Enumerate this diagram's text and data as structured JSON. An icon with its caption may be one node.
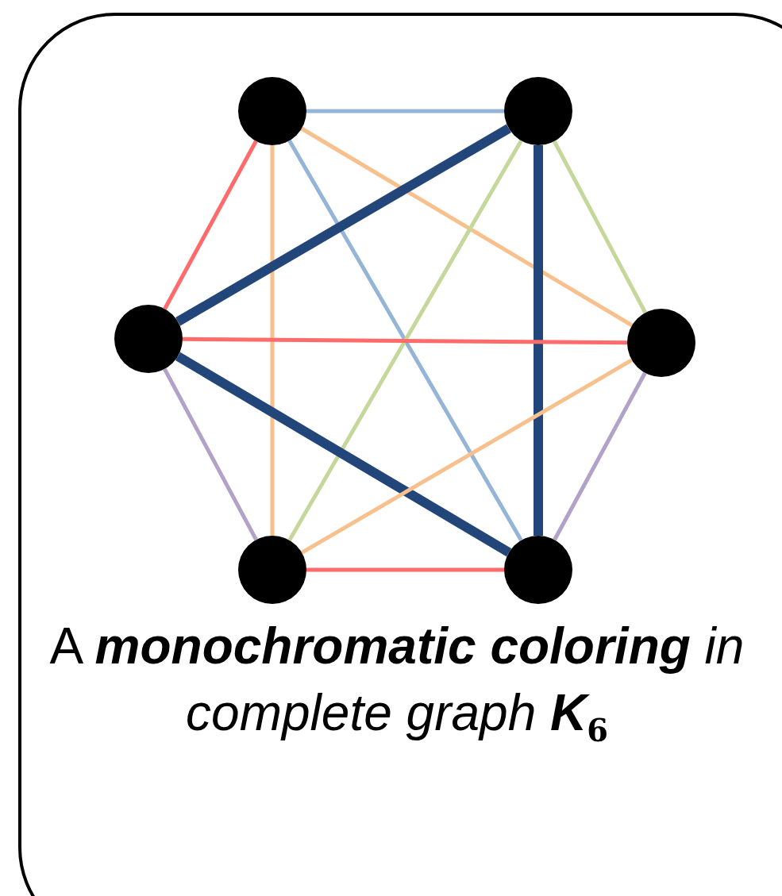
{
  "diagram": {
    "caption": "A **monochromatic coloring** *in complete graph* **K**$_{6}$",
    "nodes": [
      {
        "text": [],
        "shape": "circle"
      },
      {
        "text": [],
        "shape": "circle"
      },
      {
        "text": [],
        "shape": "circle"
      },
      {
        "text": [],
        "shape": "circle"
      },
      {
        "text": [],
        "shape": "circle"
      },
      {
        "text": [],
        "shape": "circle"
      }
    ],
    "edges": [
      {
        "from": 0,
        "to": 1,
        "arrow": "none",
        "color": "#94b4d8"
      },
      {
        "from": 0,
        "to": 2,
        "arrow": "none",
        "color": "#ff6b6b"
      },
      {
        "from": 0,
        "to": 4,
        "arrow": "none",
        "color": "#f8c08c"
      },
      {
        "from": 0,
        "to": 3,
        "arrow": "none",
        "color": "#f8c08c"
      },
      {
        "from": 0,
        "to": 5,
        "arrow": "none",
        "color": "#94b4d8"
      },
      {
        "from": 1,
        "to": 2,
        "arrow": "none",
        "style": "thick",
        "color": "#22467a"
      },
      {
        "from": 1,
        "to": 3,
        "arrow": "none",
        "color": "#c5d89c"
      },
      {
        "from": 1,
        "to": 4,
        "arrow": "none",
        "color": "#c5d89c"
      },
      {
        "from": 1,
        "to": 5,
        "arrow": "none",
        "style": "thick",
        "color": "#22467a"
      },
      {
        "from": 2,
        "to": 3,
        "arrow": "none",
        "color": "#ff6b6b"
      },
      {
        "from": 2,
        "to": 4,
        "arrow": "none",
        "color": "#b3a2c8"
      },
      {
        "from": 2,
        "to": 5,
        "arrow": "none",
        "style": "thick",
        "color": "#22467a"
      },
      {
        "from": 3,
        "to": 4,
        "arrow": "none",
        "color": "#f8c08c"
      },
      {
        "from": 3,
        "to": 5,
        "arrow": "none",
        "color": "#b3a2c8"
      },
      {
        "from": 4,
        "to": 5,
        "arrow": "none",
        "color": "#ff6b6b"
      }
    ]
  }
}
